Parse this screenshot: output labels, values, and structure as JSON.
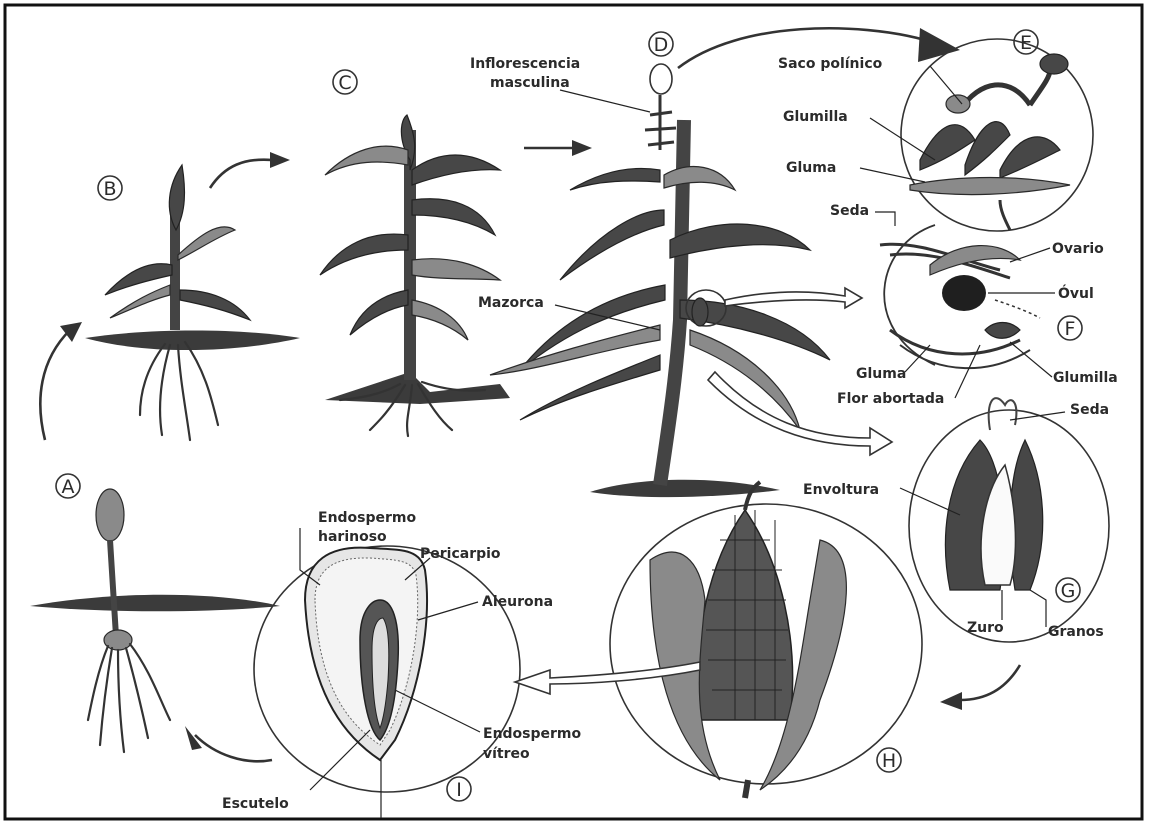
{
  "stages": {
    "a": "A",
    "b": "B",
    "c": "C",
    "d": "D",
    "e": "E",
    "f": "F",
    "g": "G",
    "h": "H",
    "i": "I"
  },
  "labels": {
    "inflorescencia_line1": "Inflorescencia",
    "inflorescencia_line2": "masculina",
    "mazorca": "Mazorca",
    "saco_polinico": "Saco polínico",
    "glumilla_e": "Glumilla",
    "gluma_e": "Gluma",
    "seda_f": "Seda",
    "ovario": "Ovario",
    "ovul": "Óvul",
    "gluma_f": "Gluma",
    "glumilla_f": "Glumilla",
    "flor_abortada": "Flor abortada",
    "seda_g": "Seda",
    "envoltura": "Envoltura",
    "zuro": "Zuro",
    "granos": "Granos",
    "endospermo_harinoso_line1": "Endospermo",
    "endospermo_harinoso_line2": "harinoso",
    "pericarpio": "Pericarpio",
    "aleurona": "Aleurona",
    "endospermo_vitreo_line1": "Endospermo",
    "endospermo_vitreo_line2": "vítreo",
    "escutelo": "Escutelo"
  }
}
